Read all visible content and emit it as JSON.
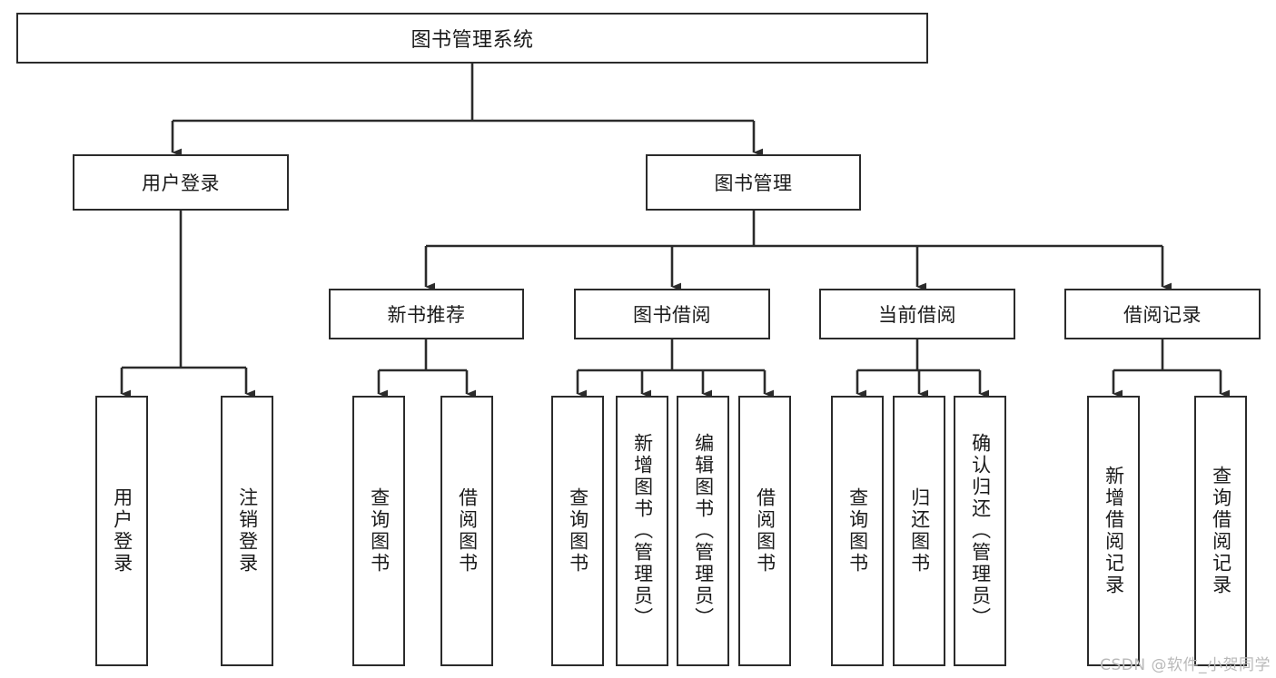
{
  "diagram": {
    "title": "图书管理系统",
    "watermark": "CSDN @软件_小贺同学",
    "colors": {
      "stroke": "#2b2b2b",
      "fill": "#ffffff",
      "text": "#1a1a1a",
      "watermark": "#b9b9b9"
    },
    "levels": {
      "root": {
        "label": "图书管理系统"
      },
      "level2": [
        {
          "label": "用户登录"
        },
        {
          "label": "图书管理"
        }
      ],
      "level3": [
        {
          "label": "新书推荐"
        },
        {
          "label": "图书借阅"
        },
        {
          "label": "当前借阅"
        },
        {
          "label": "借阅记录"
        }
      ],
      "leaves": {
        "user_login": [
          {
            "label": "用户登录"
          },
          {
            "label": "注销登录"
          }
        ],
        "new_book": [
          {
            "label": "查询图书"
          },
          {
            "label": "借阅图书"
          }
        ],
        "book_borrow": [
          {
            "label": "查询图书"
          },
          {
            "label": "新增图书（管理员）"
          },
          {
            "label": "编辑图书（管理员）"
          },
          {
            "label": "借阅图书"
          }
        ],
        "current_borrow": [
          {
            "label": "查询图书"
          },
          {
            "label": "归还图书"
          },
          {
            "label": "确认归还（管理员）"
          }
        ],
        "borrow_record": [
          {
            "label": "新增借阅记录"
          },
          {
            "label": "查询借阅记录"
          }
        ]
      }
    }
  }
}
